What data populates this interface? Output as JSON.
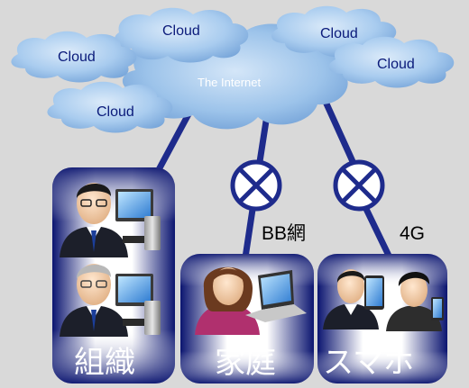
{
  "clouds": [
    {
      "label": "Cloud"
    },
    {
      "label": "Cloud"
    },
    {
      "label": "Cloud"
    },
    {
      "label": "Cloud"
    },
    {
      "label": "Cloud"
    }
  ],
  "internet": {
    "label": "The Internet"
  },
  "boxes": {
    "organization": {
      "label": "組織"
    },
    "home": {
      "label": "家庭"
    },
    "smartphone": {
      "label": "スマホ"
    }
  },
  "links": {
    "bb": {
      "label": "BB網"
    },
    "mobile": {
      "label": "4G"
    }
  },
  "colors": {
    "cloud": "#9cc3ea",
    "box_dark": "#0d1a80",
    "line": "#1e2b8c",
    "background": "#d9d9d9"
  },
  "icons": [
    "router-icon",
    "router-icon",
    "businessman-icon",
    "computer-icon",
    "woman-icon",
    "laptop-icon",
    "smartphone-icon"
  ]
}
